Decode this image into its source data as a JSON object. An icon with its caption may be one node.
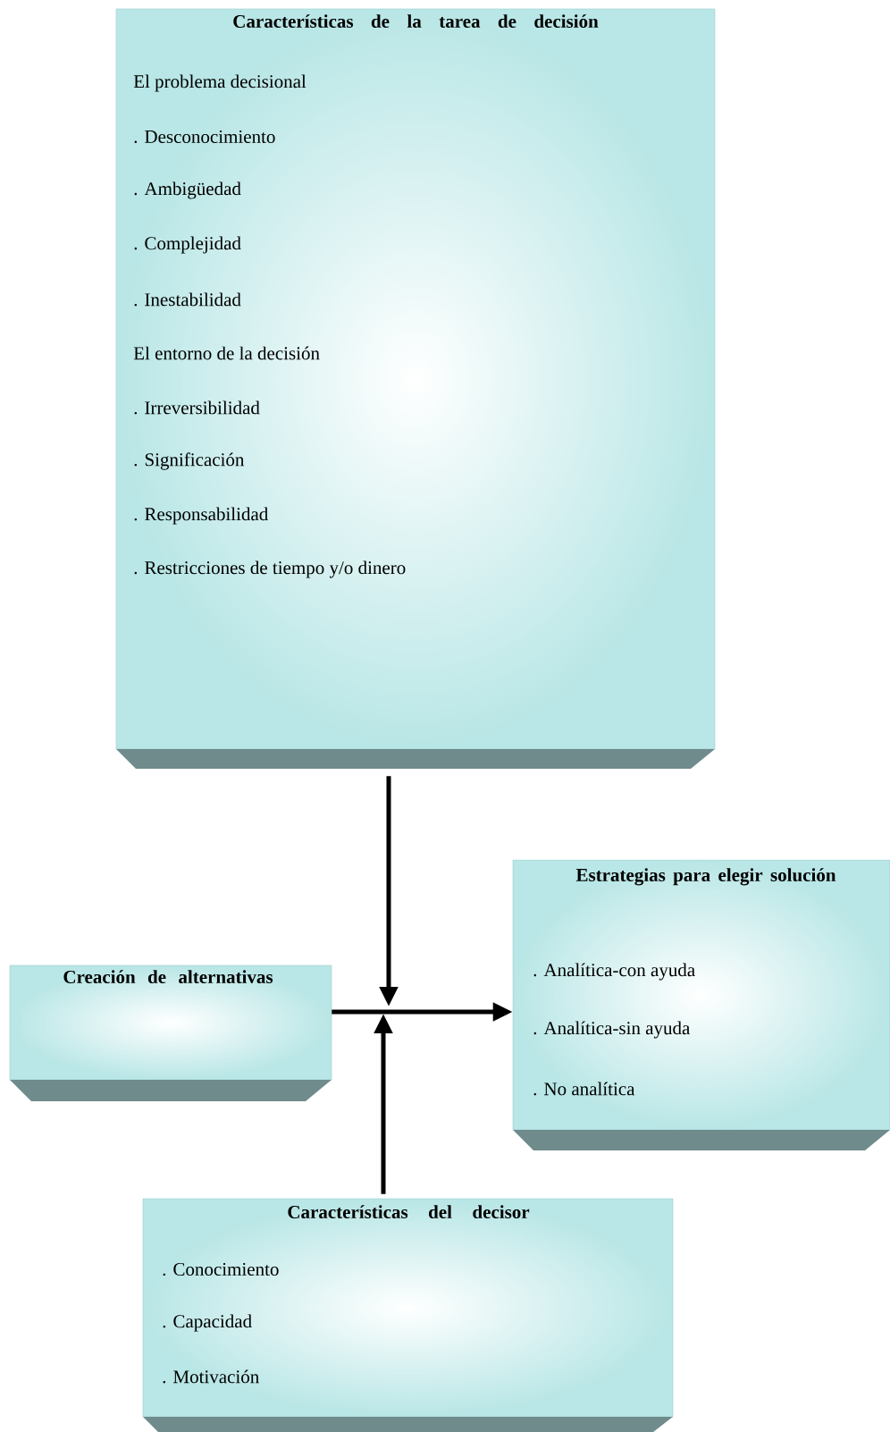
{
  "diagram": {
    "nodes": [
      {
        "text": [
          "Características de la tarea de decisión",
          "El problema decisional",
          ". Desconocimiento",
          ". Ambigüedad",
          ". Complejidad",
          ". Inestabilidad",
          "El entorno de la decisión",
          ". Irreversibilidad",
          ". Significación",
          ". Responsabilidad",
          ". Restricciones de tiempo y/o dinero"
        ]
      },
      {
        "text": [
          "Creación de alternativas"
        ]
      },
      {
        "text": [
          "Estrategias para elegir solución",
          ". Analítica-con ayuda",
          ". Analítica-sin ayuda",
          ". No analítica"
        ]
      },
      {
        "text": [
          "Características del decisor",
          ". Conocimiento",
          ". Capacidad",
          ". Motivación"
        ]
      }
    ],
    "edges": [
      {
        "from": 0,
        "to": null,
        "arrow": "to"
      },
      {
        "from": 1,
        "to": 2,
        "arrow": "to"
      },
      {
        "from": 3,
        "to": null,
        "arrow": "to"
      }
    ]
  }
}
